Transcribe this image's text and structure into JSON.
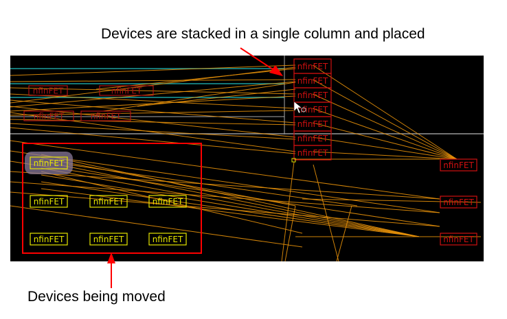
{
  "annotations": {
    "top": "Devices are stacked in a single column and placed",
    "bottom": "Devices being moved"
  },
  "device_label": "nfinFET",
  "colors": {
    "canvas": "#000000",
    "wire": "#e8920a",
    "placed": "#d01010",
    "moving": "#e6e600",
    "guide": "#1aa0a0",
    "arrow": "#ff0000"
  },
  "column_devices": [
    "nfinFET",
    "nfinFET",
    "nfinFET",
    "nfinFET",
    "nfinFET",
    "nfinFET",
    "nfinFET"
  ],
  "right_devices": [
    "nfinFET",
    "nfinFET",
    "nfinFET"
  ],
  "moving_devices": [
    "nfinFET",
    "nfinFET",
    "nfinFET",
    "nfinFET",
    "nfinFET",
    "nfinFET",
    "nfinFET"
  ],
  "left_devices": [
    "nfinFET",
    "nfinFET",
    "nfinFET",
    "nfinFET"
  ]
}
